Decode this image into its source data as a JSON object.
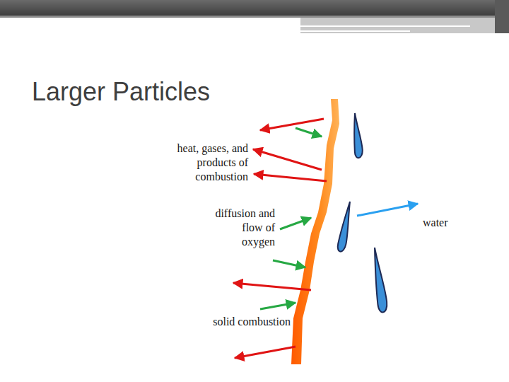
{
  "diagram": {
    "title": "Larger Particles",
    "labels": [
      "heat, gases, and products of combustion",
      "diffusion and flow of oxygen",
      "solid combustion",
      "water"
    ]
  }
}
